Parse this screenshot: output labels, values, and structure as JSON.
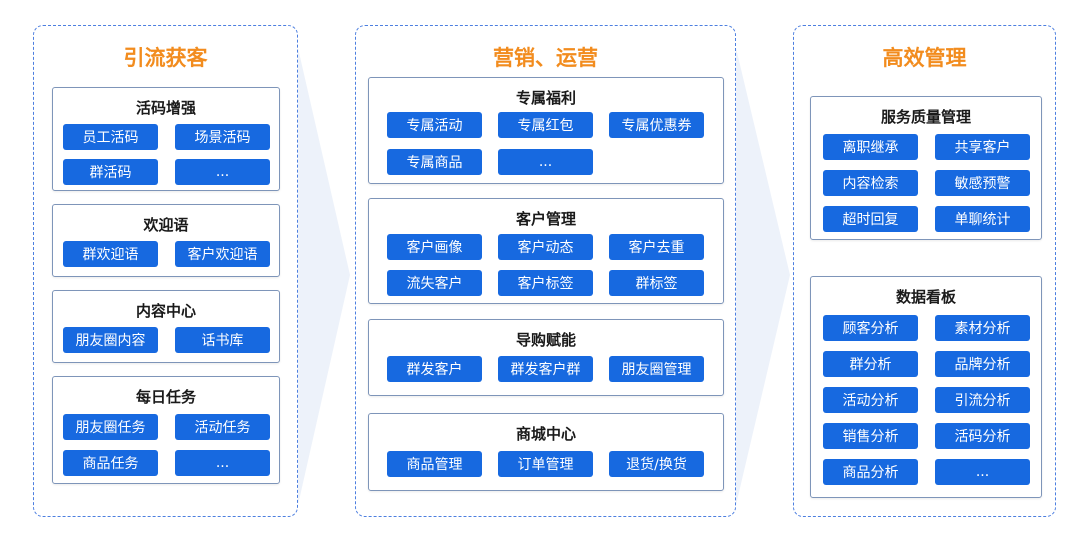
{
  "columns": {
    "acquisition": {
      "title": "引流获客",
      "sections": [
        {
          "title": "活码增强",
          "items": [
            "员工活码",
            "场景活码",
            "群活码",
            "..."
          ]
        },
        {
          "title": "欢迎语",
          "items": [
            "群欢迎语",
            "客户欢迎语"
          ]
        },
        {
          "title": "内容中心",
          "items": [
            "朋友圈内容",
            "话书库"
          ]
        },
        {
          "title": "每日任务",
          "items": [
            "朋友圈任务",
            "活动任务",
            "商品任务",
            "..."
          ]
        }
      ]
    },
    "marketing": {
      "title": "营销、运营",
      "sections": [
        {
          "title": "专属福利",
          "items": [
            "专属活动",
            "专属红包",
            "专属优惠券",
            "专属商品",
            "..."
          ]
        },
        {
          "title": "客户管理",
          "items": [
            "客户画像",
            "客户动态",
            "客户去重",
            "流失客户",
            "客户标签",
            "群标签"
          ]
        },
        {
          "title": "导购赋能",
          "items": [
            "群发客户",
            "群发客户群",
            "朋友圈管理"
          ]
        },
        {
          "title": "商城中心",
          "items": [
            "商品管理",
            "订单管理",
            "退货/换货"
          ]
        }
      ]
    },
    "management": {
      "title": "高效管理",
      "sections": [
        {
          "title": "服务质量管理",
          "items": [
            "离职继承",
            "共享客户",
            "内容检索",
            "敏感预警",
            "超时回复",
            "单聊统计"
          ]
        },
        {
          "title": "数据看板",
          "items": [
            "顾客分析",
            "素材分析",
            "群分析",
            "品牌分析",
            "活动分析",
            "引流分析",
            "销售分析",
            "活码分析",
            "商品分析",
            "..."
          ]
        }
      ]
    }
  },
  "colors": {
    "title_orange": "#f28c1e",
    "button_blue": "#1769e0",
    "border_dashed": "#4d7fe0",
    "arrow": "#eef3fb"
  }
}
